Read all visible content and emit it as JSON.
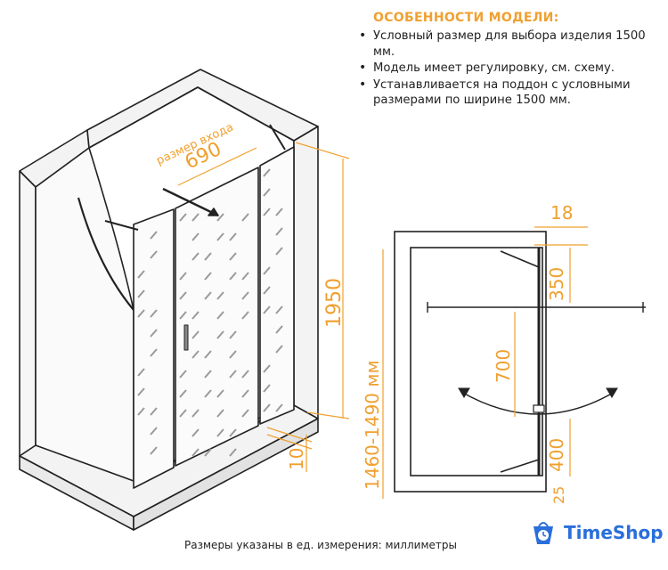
{
  "features": {
    "heading": "ОСОБЕННОСТИ МОДЕЛИ:",
    "items": [
      "Условный размер для выбора изделия 1500 мм.",
      "Модель имеет регулировку, см. схему.",
      "Устанавливается на поддон с условными размерами по ширине 1500 мм."
    ]
  },
  "iso_view": {
    "entry_label": "размер входа",
    "entry_value": "690",
    "height_value": "1950",
    "width_range": "1460-1490 мм",
    "bottom_gap": "10"
  },
  "plan_view": {
    "dim_top": "18",
    "dim_350": "350",
    "dim_700": "700",
    "dim_400": "400",
    "dim_bottom": "25"
  },
  "footer": {
    "note": "Размеры указаны в ед. измерения: миллиметры"
  },
  "logo": {
    "name": "TimeShop"
  },
  "colors": {
    "accent": "#f0a030",
    "line": "#222222",
    "logo": "#2a6fdb"
  }
}
